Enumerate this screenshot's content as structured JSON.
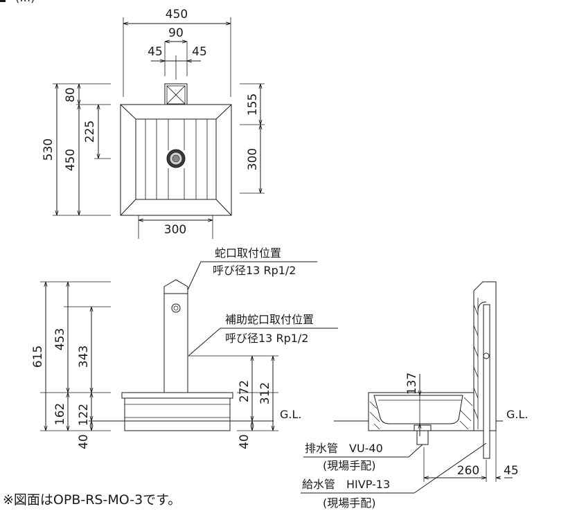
{
  "header": {
    "fragment": "(…)"
  },
  "plan_view": {
    "dims": {
      "total_width": "450",
      "spout_width": "90",
      "spout_half_left": "45",
      "spout_half_right": "45",
      "basin_width": "300",
      "total_depth": "530",
      "spout_depth": "80",
      "depth_450": "450",
      "drain_offset": "225",
      "right_top": "155",
      "right_basin": "300"
    }
  },
  "front_view": {
    "dims": {
      "total_height": "615",
      "post_above_basin": "453",
      "aux_height": "343",
      "base_height": "162",
      "rim_height": "122",
      "below_gl_left": "40",
      "gl_to_aux": "272",
      "rim_to_aux": "312",
      "below_gl_right": "40"
    },
    "labels": {
      "faucet_title": "蛇口取付位置",
      "faucet_spec": "呼び径13 Rp1/2",
      "aux_title": "補助蛇口取付位置",
      "aux_spec": "呼び径13 Rp1/2",
      "gl": "G.L."
    }
  },
  "side_view": {
    "dims": {
      "basin_depth": "137",
      "supply_offset": "260",
      "supply_gap": "45"
    },
    "labels": {
      "gl": "G.L.",
      "drain_label": "排水管　VU-40",
      "drain_note": "(現場手配)",
      "supply_label": "給水管　HIVP-13",
      "supply_note": "(現場手配)"
    }
  },
  "footnote": "※図面はOPB-RS-MO-3です。"
}
